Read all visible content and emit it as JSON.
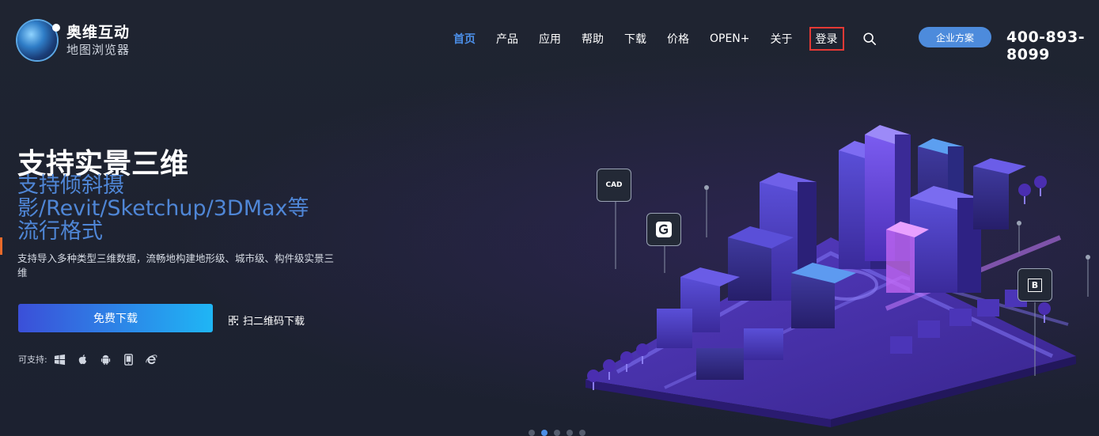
{
  "logo": {
    "title": "奥维互动",
    "subtitle": "地图浏览器"
  },
  "nav": {
    "items": [
      {
        "label": "首页",
        "active": true
      },
      {
        "label": "产品"
      },
      {
        "label": "应用"
      },
      {
        "label": "帮助"
      },
      {
        "label": "下载"
      },
      {
        "label": "价格"
      },
      {
        "label": "OPEN+"
      },
      {
        "label": "关于"
      }
    ],
    "login": "登录",
    "enterprise": "企业方案",
    "phone": "400-893-8099"
  },
  "hero": {
    "title": "支持实景三维",
    "subtitle": "支持倾斜摄影/Revit/Sketchup/3DMax等流行格式",
    "description": "支持导入多种类型三维数据，流畅地构建地形级、城市级、构件级实景三维",
    "download_label": "免费下载",
    "qr_label": "扫二维码下载",
    "support_label": "可支持:"
  },
  "badges": {
    "cad": "CAD",
    "bim": "B"
  },
  "colors": {
    "accent": "#4c8fe8",
    "login_border": "#e53935",
    "button_start": "#3b4fd8",
    "button_end": "#1fb6f5"
  },
  "carousel": {
    "count": 5,
    "active": 2
  }
}
